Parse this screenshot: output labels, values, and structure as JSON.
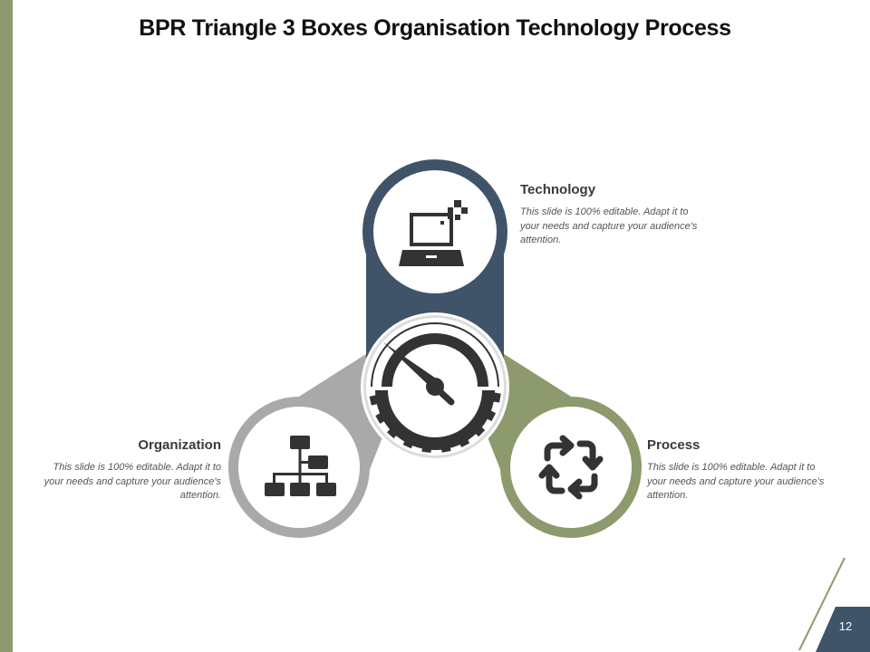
{
  "slide": {
    "title": "BPR Triangle 3 Boxes Organisation Technology Process",
    "page_number": "12"
  },
  "colors": {
    "technology": "#3f5468",
    "organization": "#a9a9a9",
    "process": "#8c9a6d",
    "icon": "#333333",
    "accent_bar": "#8c9a6d"
  },
  "blocks": {
    "technology": {
      "heading": "Technology",
      "text": "This slide is 100% editable. Adapt it to your needs and capture your audience's attention.",
      "icon": "laptop-icon"
    },
    "organization": {
      "heading": "Organization",
      "text": "This slide is 100% editable. Adapt it to your needs and capture your audience's attention.",
      "icon": "org-chart-icon"
    },
    "process": {
      "heading": "Process",
      "text": "This slide is 100% editable. Adapt it to your needs and capture your audience's attention.",
      "icon": "recycle-arrows-icon"
    },
    "center": {
      "icon": "gauge-gear-icon"
    }
  }
}
